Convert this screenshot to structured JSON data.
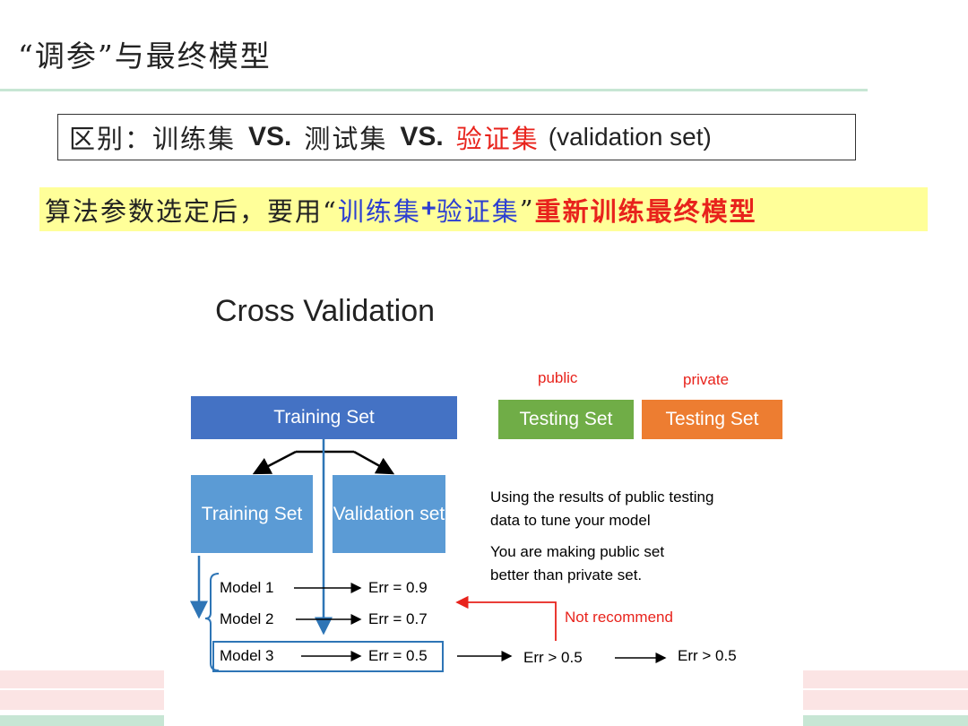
{
  "slide": {
    "title": "“调参”与最终模型",
    "difference_box": {
      "prefix": "区别：训练集",
      "vs1": "VS.",
      "test_set": "测试集",
      "vs2": "VS.",
      "validation_set": "验证集",
      "english": "(validation set)"
    },
    "highlight": {
      "part1": "算法参数选定后，要用“",
      "train_set": "训练集",
      "plus": "+",
      "val_set": "验证集",
      "quote_close": "”",
      "emphasis": "重新训练最终模型"
    }
  },
  "diagram": {
    "title": "Cross Validation",
    "training_set": "Training Set",
    "public_label": "public",
    "private_label": "private",
    "public_testing_set": "Testing Set",
    "private_testing_set": "Testing Set",
    "sub_training_set": "Training Set",
    "validation_set": "Validation set",
    "models": [
      "Model 1",
      "Model 2",
      "Model 3"
    ],
    "errors": [
      "Err = 0.9",
      "Err = 0.7",
      "Err = 0.5"
    ],
    "chain_errors": [
      "Err > 0.5",
      "Err > 0.5"
    ],
    "notes": [
      "Using the results of public testing",
      "data to tune your model",
      "You are making public set",
      "better than private set."
    ],
    "not_recommend": "Not recommend",
    "colors": {
      "training": "#4472c4",
      "sub_boxes": "#5b9bd5",
      "public": "#70ad47",
      "private": "#ed7d31",
      "arrow_blue": "#2e75b6",
      "warning_red": "#e8231c"
    }
  }
}
